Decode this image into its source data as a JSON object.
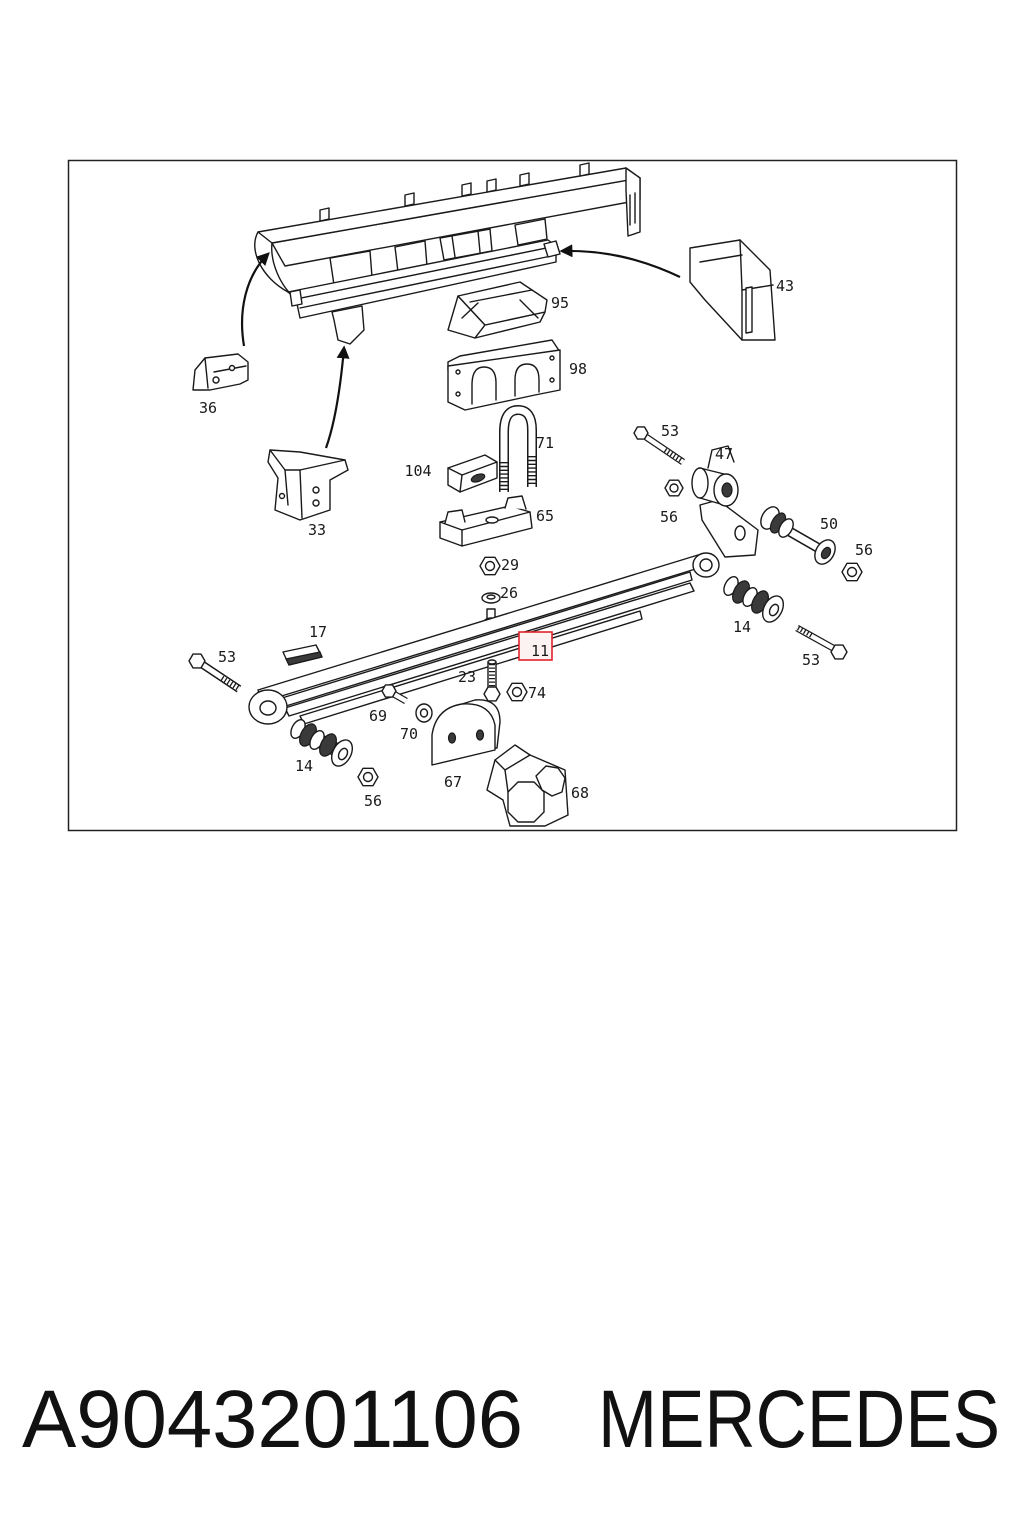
{
  "diagram": {
    "callouts": [
      {
        "label": "95"
      },
      {
        "label": "98"
      },
      {
        "label": "43"
      },
      {
        "label": "36"
      },
      {
        "label": "33"
      },
      {
        "label": "104"
      },
      {
        "label": "71"
      },
      {
        "label": "65"
      },
      {
        "label": "53"
      },
      {
        "label": "47"
      },
      {
        "label": "56"
      },
      {
        "label": "50"
      },
      {
        "label": "56"
      },
      {
        "label": "29"
      },
      {
        "label": "26"
      },
      {
        "label": "17"
      },
      {
        "label": "53"
      },
      {
        "label": "11",
        "highlighted": true
      },
      {
        "label": "14"
      },
      {
        "label": "53"
      },
      {
        "label": "23"
      },
      {
        "label": "74"
      },
      {
        "label": "69"
      },
      {
        "label": "70"
      },
      {
        "label": "14"
      },
      {
        "label": "56"
      },
      {
        "label": "67"
      },
      {
        "label": "68"
      }
    ],
    "highlight_box_color": "#e2232a",
    "highlight_fill_color": "#fdf2f2",
    "highlight_text_color": "#5a4fa0"
  },
  "caption": {
    "part_number": "A9043201106",
    "brand": "MERCEDES"
  }
}
